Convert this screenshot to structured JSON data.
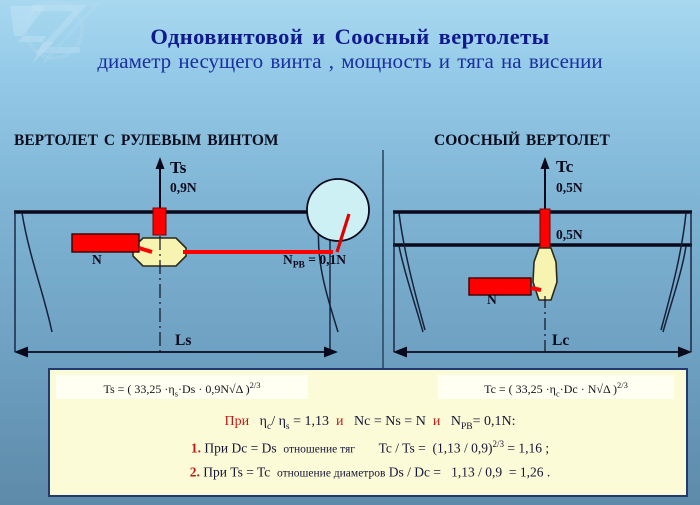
{
  "title": {
    "line1": "Одновинтовой  и  Соосный  вертолеты",
    "line2": "диаметр несущего винта ,  мощность и тяга на висении"
  },
  "sections": {
    "left_heading": "ВЕРТОЛЕТ С  РУЛЕВЫМ  ВИНТОМ",
    "right_heading": "СООСНЫЙ  ВЕРТОЛЕТ"
  },
  "labels": {
    "thrust_s": "Ts",
    "thrust_s_value": "0,9N",
    "thrust_c": "Tc",
    "thrust_c_value_upper": "0,5N",
    "thrust_c_value_lower": "0,5N",
    "power_left": "N",
    "power_right": "N",
    "tail_rotor_power": "N",
    "tail_rotor_power_sub": "РВ",
    "tail_rotor_power_value": "= 0,1N",
    "diameter_s": "Ls",
    "diameter_c": "Lc"
  },
  "formulas": {
    "left": {
      "lhs": "Ts = ( 33,25 ",
      "eta": "·η",
      "eta_sub": "s",
      "mid": "·Ds · 0,9N",
      "radical": "√Δ",
      "close": " )",
      "exponent": "2/3"
    },
    "right": {
      "lhs": "Tc = ( 33,25 ",
      "eta": "·η",
      "eta_sub": "c",
      "mid": "·Dc ·  N",
      "radical": "√Δ",
      "close": " )",
      "exponent": "2/3"
    }
  },
  "conclusion": {
    "condition_prefix": "При",
    "condition_eta": "η",
    "condition_eta_sub_c": "c",
    "condition_slash": "/ η",
    "condition_eta_sub_s": "s",
    "condition_eta_value": "= 1,13",
    "and1": "и",
    "condition_power": "Nc = Ns = N",
    "and2": "и",
    "condition_tail": "N",
    "condition_tail_sub": "РВ",
    "condition_tail_value": "= 0,1N:",
    "items": [
      {
        "index": "1.",
        "cond": "При  Dc = Ds",
        "desc": "отношение   тяг",
        "ratio": "Tc / Ts =",
        "expr": "(1,13 / 0,9)",
        "exponent": "2/3",
        "result": "= 1,16 ;"
      },
      {
        "index": "2.",
        "cond": "При  Ts = Tc",
        "desc": "отношение диаметров",
        "ratio": "Ds / Dc =",
        "expr": "1,13 / 0,9",
        "exponent": "",
        "result": "= 1,26 ."
      }
    ]
  },
  "colors": {
    "title": "#101a8c",
    "accent_red": "#c01818",
    "panel_bg": "#fcfbd8",
    "panel_border": "#203a6e",
    "fuselage": "#f7f3b0",
    "power_bar": "#ff0000",
    "rotor_disc": "#cdf0f5"
  },
  "icons": {
    "logo": "company-logo-watermark",
    "arrow_up": "thrust-arrow-up",
    "arrow_double": "dimension-arrow-double"
  }
}
